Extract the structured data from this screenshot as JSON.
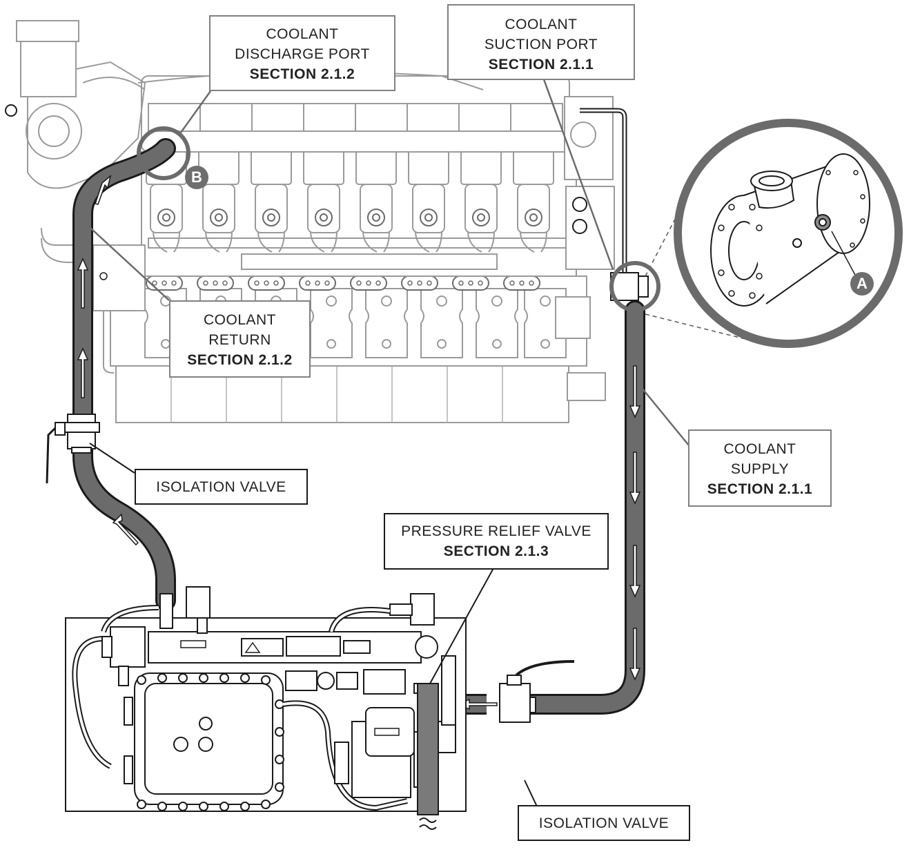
{
  "callouts": {
    "discharge_port": {
      "line1": "COOLANT",
      "line2": "DISCHARGE PORT",
      "section": "SECTION 2.1.2"
    },
    "suction_port": {
      "line1": "COOLANT",
      "line2": "SUCTION PORT",
      "section": "SECTION 2.1.1"
    },
    "return": {
      "line1": "COOLANT",
      "line2": "RETURN",
      "section": "SECTION 2.1.2"
    },
    "supply": {
      "line1": "COOLANT",
      "line2": "SUPPLY",
      "section": "SECTION 2.1.1"
    },
    "isolation_valve_left": {
      "line1": "ISOLATION VALVE"
    },
    "isolation_valve_right": {
      "line1": "ISOLATION VALVE"
    },
    "pressure_relief": {
      "line1": "PRESSURE RELIEF VALVE",
      "section": "SECTION 2.1.3"
    }
  },
  "markers": {
    "a": "A",
    "b": "B"
  },
  "colors": {
    "hose": "#6b6b6b",
    "callout_border": "#808080",
    "line_art": "#1a1a1a",
    "engine_art": "#9a9a9a",
    "marker": "#6e6e6e"
  }
}
